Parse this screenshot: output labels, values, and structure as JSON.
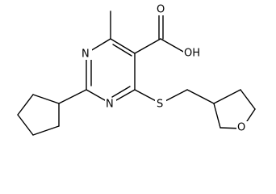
{
  "molecule": {
    "atoms": {
      "n_top": "N",
      "n_bottom": "N",
      "sulfur": "S",
      "ring_oxygen": "O",
      "carbonyl_oxygen": "O",
      "hydroxyl": "OH"
    }
  },
  "colors": {
    "background": "#ffffff",
    "ink": "#000000"
  }
}
